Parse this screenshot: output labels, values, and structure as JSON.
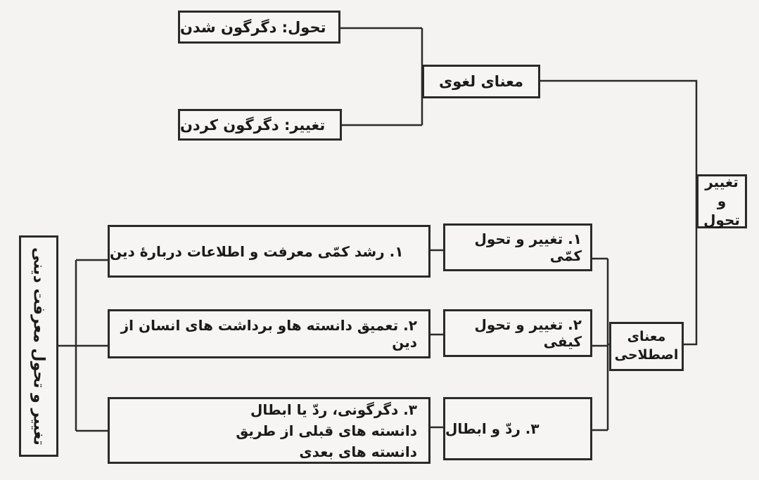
{
  "root": "تغییر و تحول",
  "lexical": {
    "label": "معنای لغوی",
    "items": [
      "تحول: دگرگون شدن",
      "تغییر: دگرگون کردن"
    ]
  },
  "technical": {
    "label": "معنای اصطلاحی",
    "types": [
      "۱. تغییر و تحول کمّی",
      "۲. تغییر و تحول کیفی",
      "۳. ردّ و ابطال"
    ]
  },
  "knowledge": {
    "label": "تغییر و تحول معرفت دینی",
    "items": [
      "۱. رشد کمّی معرفت و اطلاعات دربارهٔ دین",
      "۲. تعمیق دانسته هاو برداشت های انسان از دین",
      "۳. دگرگونی، ردّ یا ابطال دانسته های قبلی از طریق دانسته های بعدی"
    ]
  }
}
